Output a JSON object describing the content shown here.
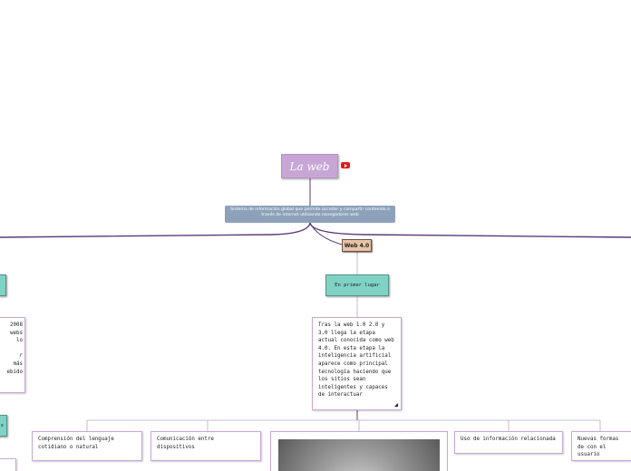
{
  "root": {
    "title": "La web"
  },
  "definition": "Sistema de información global que permite acceder y compartir contenido a través de internet utilizando navegadores web",
  "branch": {
    "label": "Web 4.0"
  },
  "first": {
    "label": "En primer lugar"
  },
  "main_text": "Tras la web 1.0 2.0 y 3.0 llega la etapa actual conocida como web 4.0. En esta etapa la inteligencia artificial aparece como principal tecnología haciendo que los sitios sean inteligentes y capaces de interactuar",
  "children": [
    {
      "text": "Comprensión del lenguaje cotidiano o natural"
    },
    {
      "text": "Comunicación entre dispositivos"
    },
    {
      "text": "Uso de información relacionada"
    },
    {
      "text": "Nuevas formas de con el usuario"
    }
  ],
  "left_partial": {
    "text_lines": [
      "2008",
      "webs",
      "lo",
      "",
      "r",
      "más",
      "ebido"
    ],
    "bottom_label": "s"
  },
  "icons": {
    "video": "youtube-icon",
    "note": "note-corner-icon"
  },
  "colors": {
    "root": "#c7a6d6",
    "definition": "#8da2ba",
    "branch": "#e8c3a6",
    "teal": "#7ed3c5",
    "line": "#5b3a7a"
  }
}
